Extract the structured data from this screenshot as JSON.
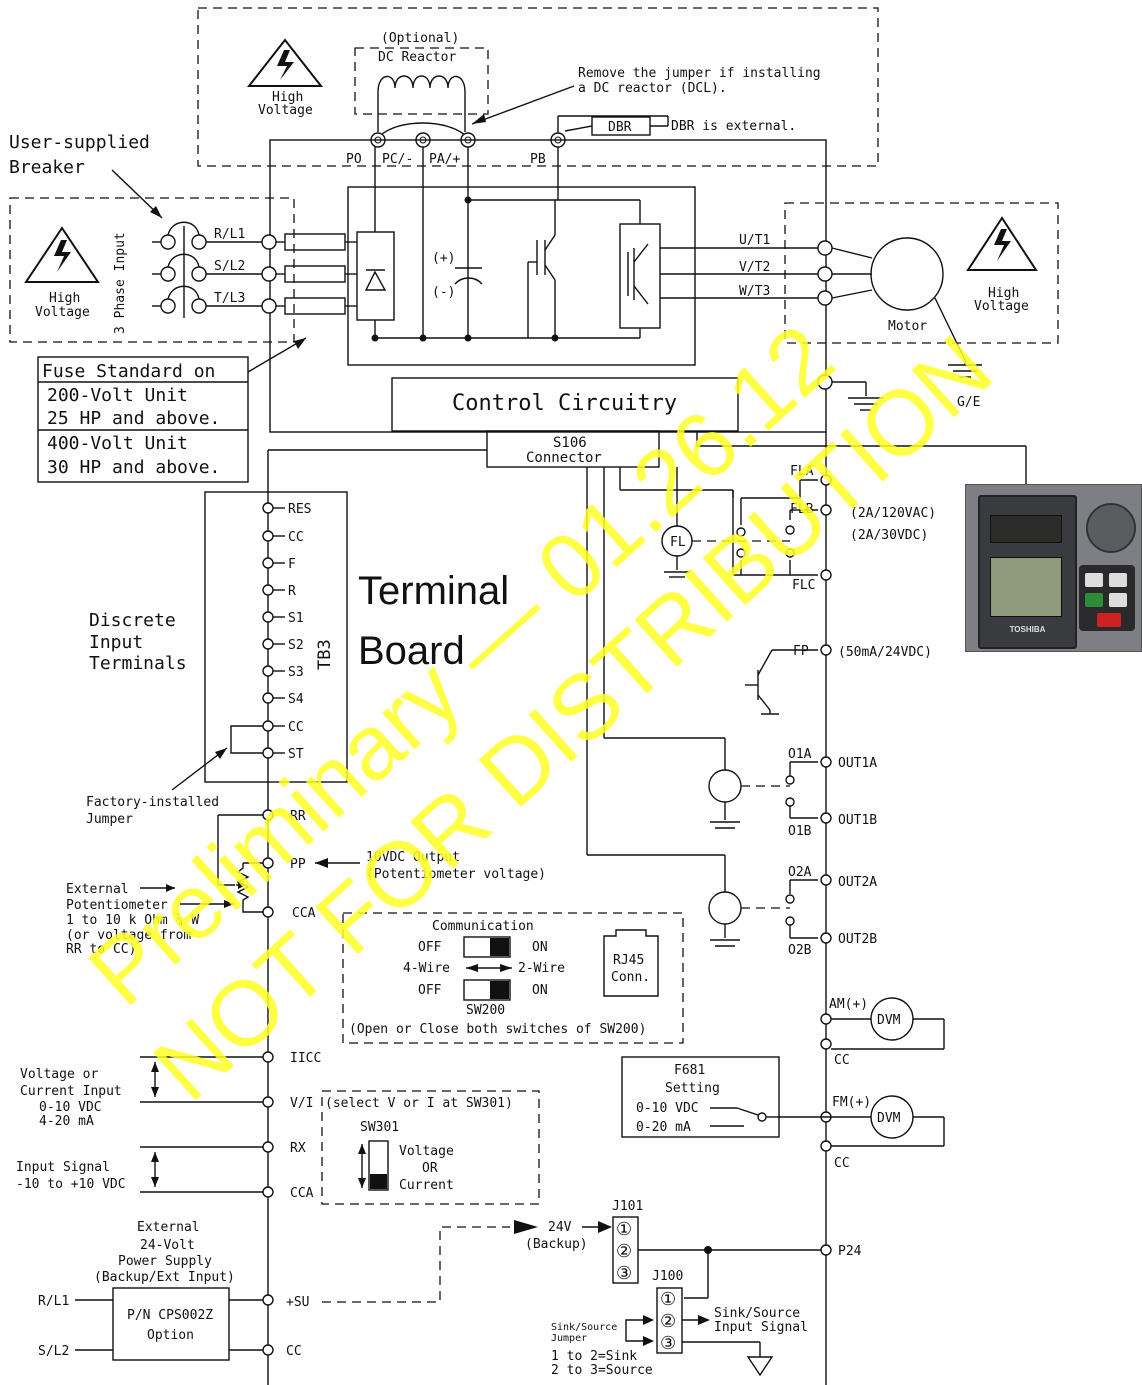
{
  "hv": {
    "label": "High\nVoltage"
  },
  "top": {
    "optional": "(Optional)",
    "dc_reactor": "DC Reactor",
    "remove_jumper_1": "Remove the jumper if installing",
    "remove_jumper_2": "a DC reactor (DCL).",
    "dbr": "DBR",
    "dbr_external": "DBR is external.",
    "terminals": [
      "PO",
      "PC/-",
      "PA/+",
      "PB"
    ]
  },
  "input": {
    "breaker_1": "User-supplied",
    "breaker_2": "Breaker",
    "phase": "3 Phase Input",
    "lines": [
      "R/L1",
      "S/L2",
      "T/L3"
    ]
  },
  "fuse": {
    "lines": [
      "Fuse Standard on",
      "200-Volt Unit",
      "25 HP and above.",
      "400-Volt Unit",
      "30 HP and above."
    ]
  },
  "bus": {
    "plus": "(+)",
    "minus": "(-)"
  },
  "output": {
    "lines": [
      "U/T1",
      "V/T2",
      "W/T3"
    ],
    "motor": "Motor",
    "ge": "G/E"
  },
  "control": {
    "circuitry": "Control Circuitry",
    "s106_1": "S106",
    "s106_2": "Connector"
  },
  "relay": {
    "fla": "FLA",
    "flb": "FLB",
    "flc": "FLC",
    "fl": "FL",
    "rating_1": "(2A/120VAC)",
    "rating_2": "(2A/30VDC)",
    "fp": "FP",
    "fp_rating": "(50mA/24VDC)",
    "o1a": "O1A",
    "o1b": "O1B",
    "out1a": "OUT1A",
    "out1b": "OUT1B",
    "o2a": "O2A",
    "o2b": "O2B",
    "out2a": "OUT2A",
    "out2b": "OUT2B"
  },
  "tb3": {
    "terminals": [
      "RES",
      "CC",
      "F",
      "R",
      "S1",
      "S2",
      "S3",
      "S4",
      "CC",
      "ST"
    ],
    "name": "TB3",
    "board_1": "Terminal",
    "board_2": "Board",
    "discrete": [
      "Discrete",
      "Input",
      "Terminals"
    ],
    "jumper_1": "Factory-installed",
    "jumper_2": "Jumper"
  },
  "analog": {
    "rr": "RR",
    "pp": "PP",
    "cca": "CCA",
    "pp_out_1": "10VDC Output",
    "pp_out_2": "(Potentiometer voltage)",
    "pot": [
      "External",
      "Potentiometer",
      "1 to 10 k Ohm ¼ W",
      "(or voltage from",
      "RR to CC)"
    ]
  },
  "comm": {
    "title": "Communication",
    "off": "OFF",
    "on": "ON",
    "four_wire": "4-Wire",
    "two_wire": "2-Wire",
    "sw200": "SW200",
    "note": "(Open or Close both switches of SW200)",
    "rj45_1": "RJ45",
    "rj45_2": "Conn."
  },
  "meters": {
    "am": "AM(+)",
    "fm": "FM(+)",
    "cc": "CC",
    "dvm": "DVM"
  },
  "f681": {
    "title_1": "F681",
    "title_2": "Setting",
    "opt_1": "0-10 VDC",
    "opt_2": "0-20 mA"
  },
  "vi": {
    "iicc": "IICC",
    "vi": "V/I",
    "rx": "RX",
    "cca": "CCA",
    "select": "(select V or I at SW301)",
    "sw301": "SW301",
    "voltage": "Voltage",
    "or": "OR",
    "current": "Current",
    "vc_input": [
      "Voltage or",
      "Current Input",
      "0-10 VDC",
      "4-20 mA"
    ],
    "input_signal": [
      "Input Signal",
      "-10 to +10 VDC"
    ]
  },
  "supply": {
    "title": [
      "External",
      "24-Volt",
      "Power Supply",
      "(Backup/Ext Input)"
    ],
    "pn": "P/N CPS002Z",
    "option": "Option",
    "rl1": "R/L1",
    "sl2": "S/L2",
    "su": "+SU",
    "cc": "CC",
    "backup_1": "24V",
    "backup_2": "(Backup)",
    "j101": "J101",
    "j100": "J100",
    "p24": "P24",
    "circ": [
      "①",
      "②",
      "③"
    ],
    "sink_1": "Sink/Source",
    "sink_2": "Input Signal",
    "jumper_1": "Sink/Source",
    "jumper_2": "Jumper",
    "sink": "1 to 2=Sink",
    "source": "2 to 3=Source"
  },
  "watermark": {
    "line_1": "Preliminary — 01.26.12",
    "line_2": "NOT FOR DISTRIBUTION"
  },
  "keypad": {
    "brand": "TOSHIBA"
  }
}
